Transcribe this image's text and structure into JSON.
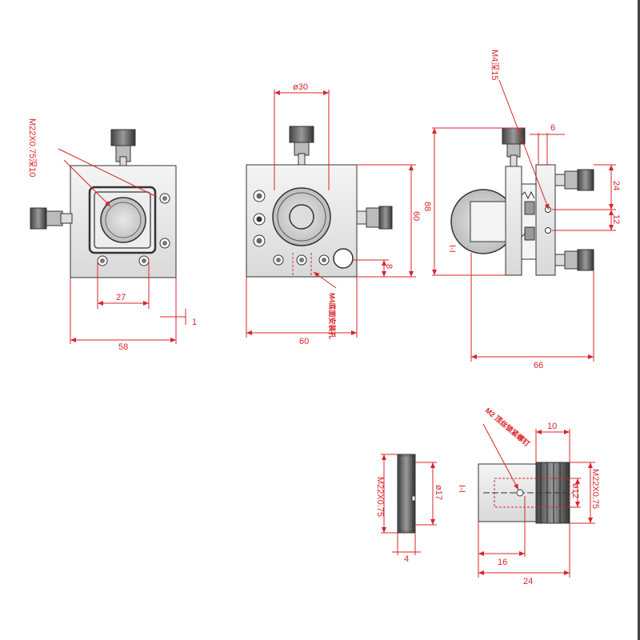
{
  "front_view": {
    "thread_note": "M22X0.75深10",
    "dim_width": "58",
    "dim_hole_spacing": "27",
    "dim_offset": "1"
  },
  "side_view": {
    "dim_bore": "ø30",
    "dim_height": "60",
    "dim_width": "60",
    "dim_hole_offset": "8",
    "mount_hole_note": "M4底面安装孔"
  },
  "section_view": {
    "tap_note": "M4深15",
    "dim_top_gap": "6",
    "dim_height": "88",
    "dim_right_upper": "24",
    "dim_hole_pitch": "12",
    "dim_length": "66",
    "section_label": "I-I"
  },
  "lens_ring": {
    "dim_thread": "M22X0.75",
    "dim_inner": "ø17",
    "dim_thickness": "4"
  },
  "holder_section": {
    "screw_note": "M2 顶丝锁紧螺钉",
    "dim_top": "10",
    "dim_bore": "ø12",
    "dim_thread": "M22X0.75",
    "dim_inner_len": "16",
    "dim_length": "24",
    "section_label": "I-I"
  }
}
